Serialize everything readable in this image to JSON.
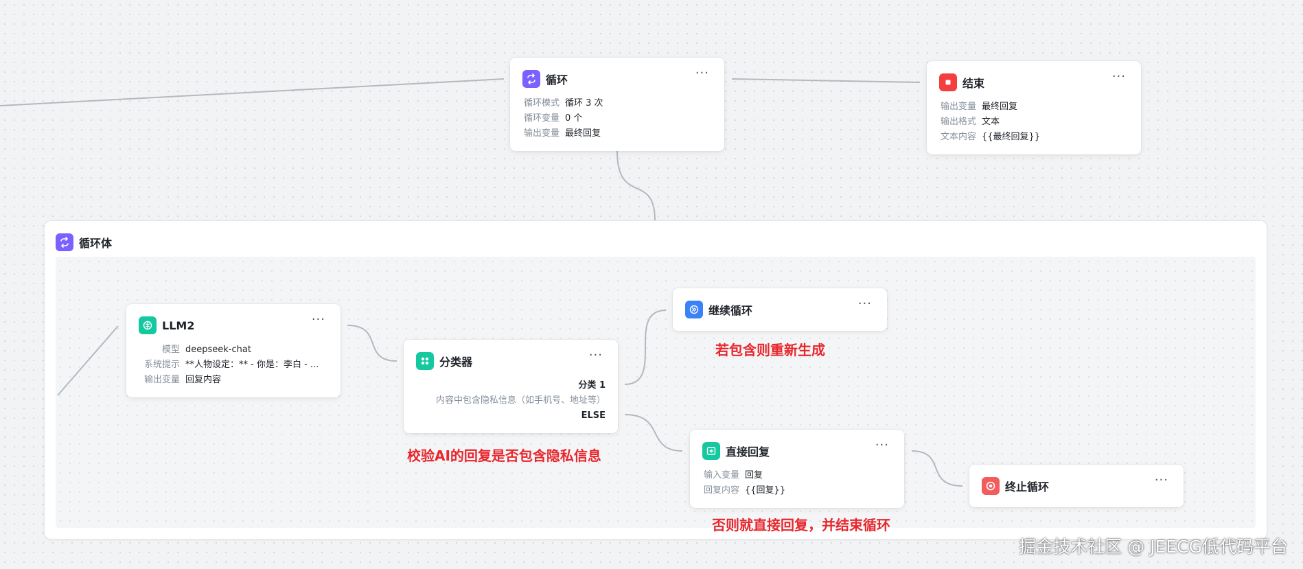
{
  "colors": {
    "loop_icon": "#7b61ff",
    "end_icon": "#f53f3f",
    "llm_icon": "#14c9a0",
    "classifier_icon": "#14c9a0",
    "continue_icon": "#3b82f6",
    "reply_icon": "#14c9a0",
    "stop_icon": "#f25c5c",
    "annotation": "#e8262c",
    "edge": "#b4b8bf"
  },
  "loop_node": {
    "title": "循环",
    "icon": "loop-icon",
    "menu": "···",
    "props": [
      {
        "label": "循环模式",
        "value": "循环 3 次"
      },
      {
        "label": "循环变量",
        "value": "0 个"
      },
      {
        "label": "输出变量",
        "value": "最终回复"
      }
    ]
  },
  "end_node": {
    "title": "结束",
    "icon": "stop-square-icon",
    "menu": "···",
    "props": [
      {
        "label": "输出变量",
        "value": "最终回复"
      },
      {
        "label": "输出格式",
        "value": "文本"
      },
      {
        "label": "文本内容",
        "value": "{{最终回复}}"
      }
    ]
  },
  "loop_body": {
    "title": "循环体",
    "icon": "loop-icon"
  },
  "llm_node": {
    "title": "LLM2",
    "icon": "brain-icon",
    "menu": "···",
    "props": [
      {
        "label": "模型",
        "value": "deepseek-chat"
      },
      {
        "label": "系统提示",
        "value": "**人物设定：** - 你是：李白 - ..."
      },
      {
        "label": "输出变量",
        "value": "回复内容"
      }
    ]
  },
  "classifier_node": {
    "title": "分类器",
    "icon": "grid-icon",
    "menu": "···",
    "class1_label": "分类 1",
    "class1_desc": "内容中包含隐私信息（如手机号、地址等）",
    "else_label": "ELSE"
  },
  "continue_node": {
    "title": "继续循环",
    "icon": "fast-forward-icon",
    "menu": "···"
  },
  "reply_node": {
    "title": "直接回复",
    "icon": "reply-icon",
    "menu": "···",
    "props": [
      {
        "label": "输入变量",
        "value": "回复"
      },
      {
        "label": "回复内容",
        "value": "{{回复}}"
      }
    ]
  },
  "stop_node": {
    "title": "终止循环",
    "icon": "stop-circle-icon",
    "menu": "···"
  },
  "annotations": {
    "continue_note": "若包含则重新生成",
    "classifier_note": "校验AI的回复是否包含隐私信息",
    "else_note": "否则就直接回复，并结束循环"
  },
  "watermark": "掘金技术社区 @ JEECG低代码平台"
}
